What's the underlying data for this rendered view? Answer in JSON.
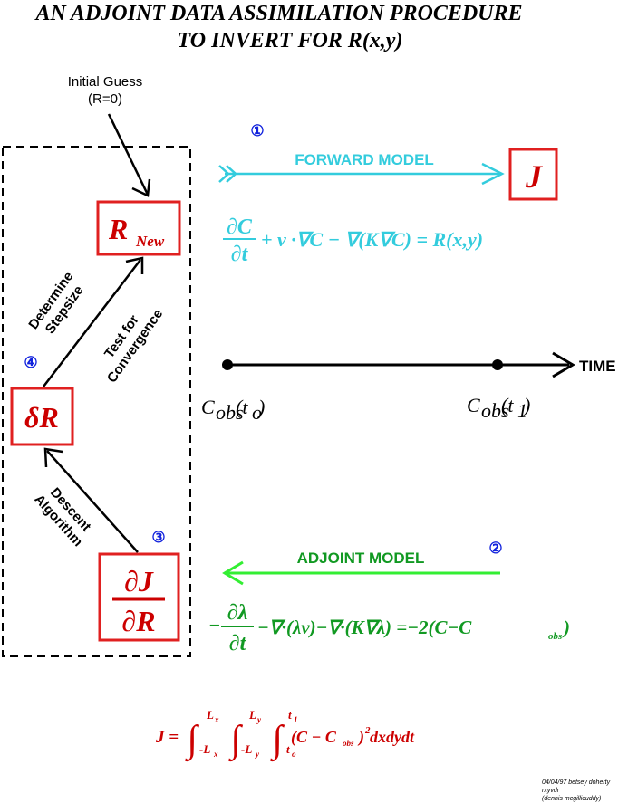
{
  "title": {
    "line1": "AN ADJOINT DATA ASSIMILATION PROCEDURE",
    "line2": "TO INVERT FOR  R(x,y)"
  },
  "initial_guess": {
    "label": "Initial Guess",
    "sub": "(R=0)"
  },
  "boxes": {
    "r_new": {
      "main": "R",
      "sub": "New"
    },
    "delta_r": {
      "main": "δR"
    },
    "dj_dr": {
      "num": "∂J",
      "den": "∂R"
    },
    "j": {
      "main": "J"
    }
  },
  "steps": {
    "s1": "①",
    "s2": "②",
    "s3": "③",
    "s4": "④"
  },
  "rotated_labels": {
    "determine": [
      "Determine",
      "Stepsize"
    ],
    "test": [
      "Test for",
      "Convergence"
    ],
    "descent": [
      "Descent",
      "Algorithm"
    ]
  },
  "forward": {
    "label": "FORWARD MODEL",
    "eq_num": "∂C",
    "eq_den": "∂t",
    "eq_rest": "+ v ·∇C − ∇(K∇C) = R(x,y)"
  },
  "time": {
    "label": "TIME",
    "obs0_main": "C",
    "obs0_sub": "obs",
    "obs0_arg": "(t",
    "obs0_arg_sub": "o",
    "obs1_main": "C",
    "obs1_sub": "obs",
    "obs1_arg": "(t",
    "obs1_arg_sub": "1"
  },
  "adjoint": {
    "label": "ADJOINT  MODEL",
    "eq_minus": "−",
    "eq_num": "∂λ",
    "eq_den": "∂t",
    "eq_rest": "−∇·(λv)−∇·(K∇λ) =−2(C−C",
    "eq_sub": "obs",
    "eq_close": ")"
  },
  "cost": {
    "lead": "J =",
    "body": "(C − C",
    "body_sub": "obs",
    "body_close": ")",
    "power": "2",
    "tail": " dxdydt",
    "int1_top": "L",
    "int1_top_sub": "x",
    "int1_bot": "-L",
    "int1_bot_sub": "x",
    "int2_top": "L",
    "int2_top_sub": "y",
    "int2_bot": "-L",
    "int2_bot_sub": "y",
    "int3_top": "t",
    "int3_top_sub": "1",
    "int3_bot": "t",
    "int3_bot_sub": "o"
  },
  "footer": {
    "line1": "04/04/97   betsey doherty",
    "line2": "rxyvdr",
    "line3": "(dennis mcgillicuddy)"
  },
  "colors": {
    "red": "#cc0000",
    "box_border": "#e02020",
    "cyan": "#33ccdd",
    "green": "#119922",
    "arrow_green": "#33ee33",
    "blue": "#1122dd"
  }
}
